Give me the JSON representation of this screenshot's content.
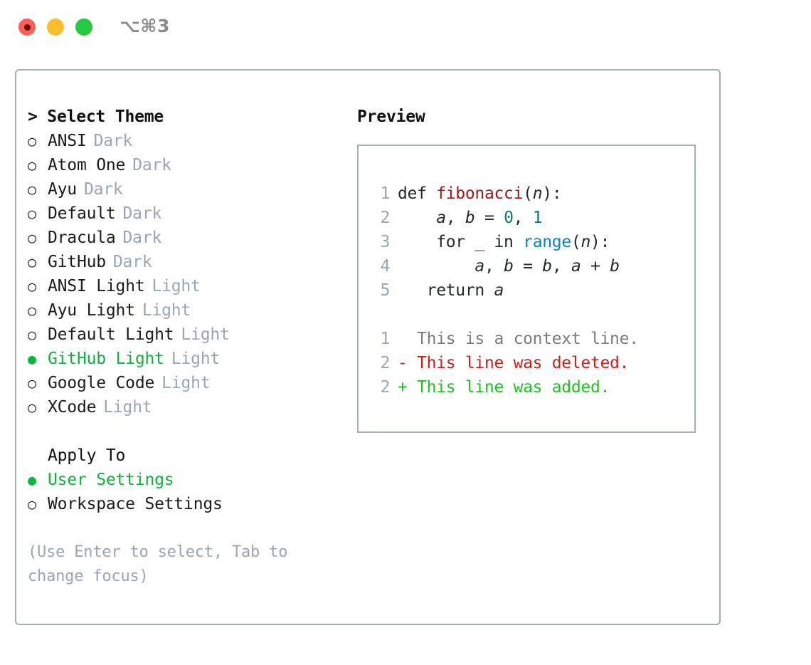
{
  "titlebar": {
    "shortcut": "⌥⌘3",
    "lights": [
      "close-red",
      "minimize-yellow",
      "maximize-green"
    ]
  },
  "theme_selector": {
    "heading": "> Select Theme",
    "marker_unselected": "○",
    "marker_selected": "●",
    "items": [
      {
        "name": "ANSI",
        "tag": "Dark",
        "selected": false
      },
      {
        "name": "Atom One",
        "tag": "Dark",
        "selected": false
      },
      {
        "name": "Ayu",
        "tag": "Dark",
        "selected": false
      },
      {
        "name": "Default",
        "tag": "Dark",
        "selected": false
      },
      {
        "name": "Dracula",
        "tag": "Dark",
        "selected": false
      },
      {
        "name": "GitHub",
        "tag": "Dark",
        "selected": false
      },
      {
        "name": "ANSI Light",
        "tag": "Light",
        "selected": false
      },
      {
        "name": "Ayu Light",
        "tag": "Light",
        "selected": false
      },
      {
        "name": "Default Light",
        "tag": "Light",
        "selected": false
      },
      {
        "name": "GitHub Light",
        "tag": "Light",
        "selected": true
      },
      {
        "name": "Google Code",
        "tag": "Light",
        "selected": false
      },
      {
        "name": "XCode",
        "tag": "Light",
        "selected": false
      }
    ]
  },
  "apply_to": {
    "heading": "Apply To",
    "options": [
      {
        "label": "User Settings",
        "selected": true
      },
      {
        "label": "Workspace Settings",
        "selected": false
      }
    ]
  },
  "hint": "(Use Enter to select, Tab to change focus)",
  "preview": {
    "heading": "Preview",
    "code_lines": [
      {
        "number": "1",
        "tokens": [
          {
            "text": "def ",
            "type": "kw"
          },
          {
            "text": "fibonacci",
            "type": "fn"
          },
          {
            "text": "(",
            "type": "punc"
          },
          {
            "text": "n",
            "type": "var"
          },
          {
            "text": "):",
            "type": "punc"
          }
        ]
      },
      {
        "number": "2",
        "tokens": [
          {
            "text": "    ",
            "type": "punc"
          },
          {
            "text": "a",
            "type": "var"
          },
          {
            "text": ", ",
            "type": "punc"
          },
          {
            "text": "b",
            "type": "var"
          },
          {
            "text": " = ",
            "type": "punc"
          },
          {
            "text": "0",
            "type": "num"
          },
          {
            "text": ", ",
            "type": "punc"
          },
          {
            "text": "1",
            "type": "num"
          }
        ]
      },
      {
        "number": "3",
        "tokens": [
          {
            "text": "    for ",
            "type": "kw"
          },
          {
            "text": "_",
            "type": "punc"
          },
          {
            "text": " in ",
            "type": "kw"
          },
          {
            "text": "range",
            "type": "call"
          },
          {
            "text": "(",
            "type": "punc"
          },
          {
            "text": "n",
            "type": "var"
          },
          {
            "text": "):",
            "type": "punc"
          }
        ]
      },
      {
        "number": "4",
        "tokens": [
          {
            "text": "        ",
            "type": "punc"
          },
          {
            "text": "a",
            "type": "var"
          },
          {
            "text": ", ",
            "type": "punc"
          },
          {
            "text": "b",
            "type": "var"
          },
          {
            "text": " = ",
            "type": "punc"
          },
          {
            "text": "b",
            "type": "var"
          },
          {
            "text": ", ",
            "type": "punc"
          },
          {
            "text": "a",
            "type": "var"
          },
          {
            "text": " + ",
            "type": "punc"
          },
          {
            "text": "b",
            "type": "var"
          }
        ]
      },
      {
        "number": "5",
        "tokens": [
          {
            "text": "   return ",
            "type": "kw"
          },
          {
            "text": "a",
            "type": "var"
          }
        ]
      }
    ],
    "diff_lines": [
      {
        "number": "1",
        "sign": "  ",
        "text": "This is a context line.",
        "kind": "ctx"
      },
      {
        "number": "2",
        "sign": "- ",
        "text": "This line was deleted.",
        "kind": "del"
      },
      {
        "number": "2",
        "sign": "+ ",
        "text": "This line was added.",
        "kind": "add"
      }
    ]
  },
  "colors": {
    "selected_green": "#11b23c",
    "muted_tag": "#9aa5b5",
    "border": "#a5aebd",
    "diff_add": "#1fc31f",
    "diff_del": "#cc2114",
    "diff_ctx": "#7d7d7d",
    "token_function": "#9d1b1b",
    "token_number": "#0d7a7a",
    "token_call": "#0a84c4"
  }
}
